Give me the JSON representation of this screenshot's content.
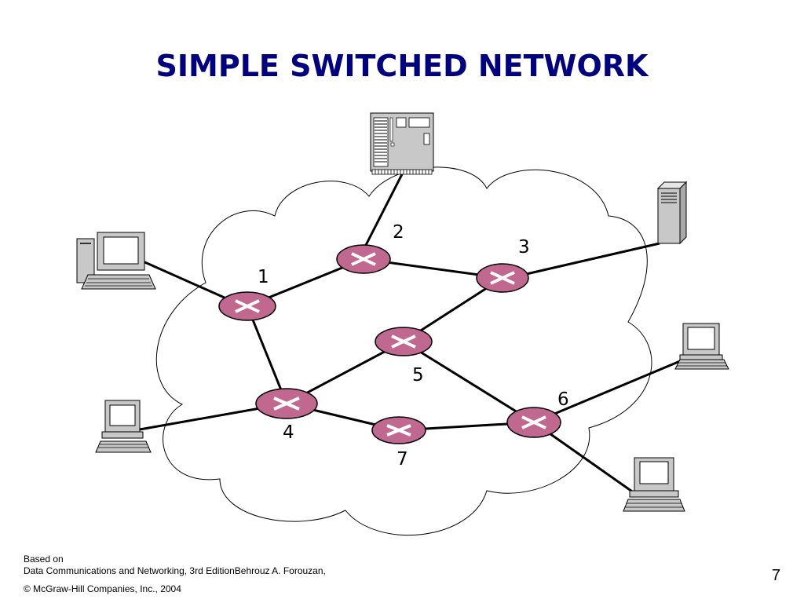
{
  "slide": {
    "title": "SIMPLE SWITCHED NETWORK",
    "page_number": "7"
  },
  "colors": {
    "title": "#000080",
    "switch_fill": "#c06890",
    "switch_cross": "#ffffff",
    "link": "#000000",
    "device_fill": "#c8c8c8",
    "cloud_stroke": "#000000"
  },
  "diagram": {
    "switches": [
      {
        "id": "1",
        "label": "1"
      },
      {
        "id": "2",
        "label": "2"
      },
      {
        "id": "3",
        "label": "3"
      },
      {
        "id": "4",
        "label": "4"
      },
      {
        "id": "5",
        "label": "5"
      },
      {
        "id": "6",
        "label": "6"
      },
      {
        "id": "7",
        "label": "7"
      }
    ],
    "links": [
      [
        "1",
        "2"
      ],
      [
        "1",
        "4"
      ],
      [
        "2",
        "3"
      ],
      [
        "3",
        "5"
      ],
      [
        "5",
        "4"
      ],
      [
        "5",
        "6"
      ],
      [
        "4",
        "7"
      ],
      [
        "7",
        "6"
      ]
    ],
    "devices": [
      {
        "name": "mainframe",
        "icon": "mainframe-icon",
        "connects_to": "2"
      },
      {
        "name": "server",
        "icon": "server-tower-icon",
        "connects_to": "3"
      },
      {
        "name": "workstation-left",
        "icon": "desktop-computer-icon",
        "connects_to": "1"
      },
      {
        "name": "workstation-bottom-left",
        "icon": "computer-terminal-icon",
        "connects_to": "4"
      },
      {
        "name": "workstation-right",
        "icon": "computer-terminal-icon",
        "connects_to": "6"
      },
      {
        "name": "workstation-bottom-right",
        "icon": "computer-terminal-icon",
        "connects_to": "6"
      }
    ]
  },
  "footer": {
    "line1": "Based on",
    "line2": "Data Communications and Networking, 3rd EditionBehrouz A. Forouzan,",
    "line3": "© McGraw-Hill Companies, Inc., 2004"
  }
}
